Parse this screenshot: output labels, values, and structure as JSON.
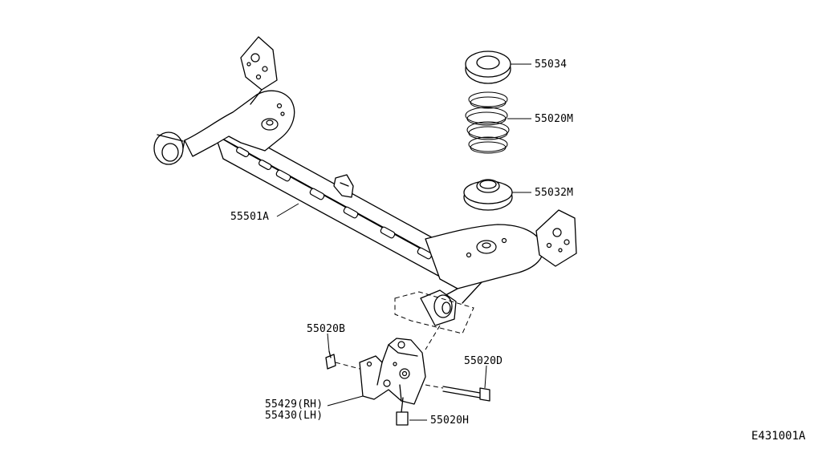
{
  "diagram": {
    "reference_code": "E431001A",
    "callouts": [
      {
        "id": "beam",
        "label": "55501A"
      },
      {
        "id": "upper-seat",
        "label": "55034"
      },
      {
        "id": "coil-spring",
        "label": "55020M"
      },
      {
        "id": "lower-seat",
        "label": "55032M"
      },
      {
        "id": "bolt-b",
        "label": "55020B"
      },
      {
        "id": "bolt-d",
        "label": "55020D"
      },
      {
        "id": "bracket-rh",
        "label": "55429(RH)"
      },
      {
        "id": "bracket-lh",
        "label": "55430(LH)"
      },
      {
        "id": "bolt-h",
        "label": "55020H"
      }
    ]
  }
}
